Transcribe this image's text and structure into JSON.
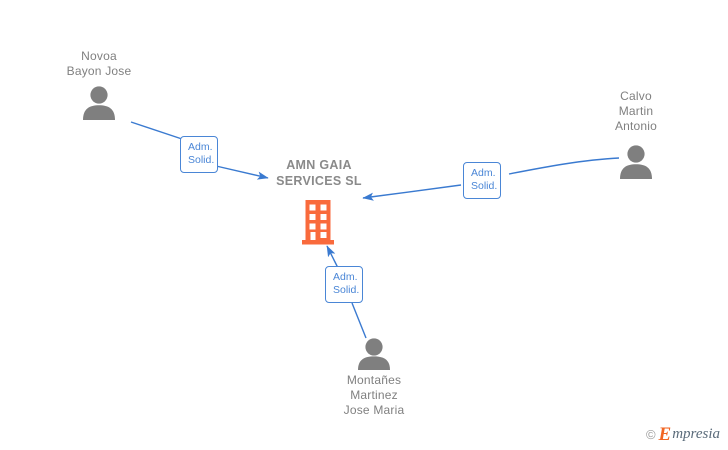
{
  "diagram": {
    "background_color": "#ffffff",
    "company": {
      "name": "AMN GAIA\nSERVICES  SL",
      "icon": "building-icon",
      "color": "#f96a3c"
    },
    "persons": [
      {
        "id": "novoa",
        "name": "Novoa\nBayon Jose",
        "icon": "person-icon",
        "color": "#7f7f7f",
        "position": "top-left"
      },
      {
        "id": "calvo",
        "name": "Calvo\nMartin\nAntonio",
        "icon": "person-icon",
        "color": "#7f7f7f",
        "position": "right"
      },
      {
        "id": "montanes",
        "name": "Montañes\nMartinez\nJose Maria",
        "icon": "person-icon",
        "color": "#7f7f7f",
        "position": "bottom"
      }
    ],
    "edges": [
      {
        "id": "edge-novoa",
        "from": "novoa",
        "to": "company",
        "label": "Adm.\nSolid.",
        "color": "#4a86d6"
      },
      {
        "id": "edge-calvo",
        "from": "calvo",
        "to": "company",
        "label": "Adm.\nSolid.",
        "color": "#4a86d6"
      },
      {
        "id": "edge-montanes",
        "from": "montanes",
        "to": "company",
        "label": "Adm.\nSolid.",
        "color": "#4a86d6"
      }
    ],
    "watermark": {
      "copyright": "©",
      "brand_initial": "E",
      "brand_rest": "mpresia"
    }
  }
}
